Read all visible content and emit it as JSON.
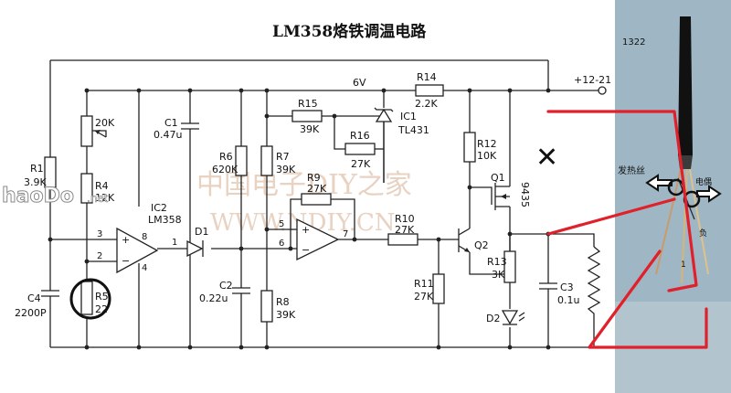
{
  "title": "LM358烙铁调温电路",
  "photo": {
    "number": "1322",
    "heater_label": "发热丝",
    "thermocouple_label": "电偶",
    "negative_label": "负",
    "mark_one": "1"
  },
  "supply": {
    "rail": "6V",
    "input": "+12-21"
  },
  "watermark": {
    "logo": "haoDo",
    "logo_suffix": ".net",
    "cn": "中国电子DIY之家",
    "url": "WWW.NDIY.CN"
  },
  "components": {
    "r1": "R1",
    "r1_val": "3.9K",
    "pot": "20K",
    "r4": "R4",
    "r4_val": "12K",
    "r5": "R5",
    "r5_val": "22",
    "c4": "C4",
    "c4_val": "2200P",
    "c1": "C1",
    "c1_val": "0.47u",
    "ic2": "IC2",
    "ic2_part": "LM358",
    "d1": "D1",
    "r6": "R6",
    "r6_val": "620K",
    "c2": "C2",
    "c2_val": "0.22u",
    "r15": "R15",
    "r15_val": "39K",
    "r16": "R16",
    "r16_val": "27K",
    "r7": "R7",
    "r7_val": "39K",
    "r9": "R9",
    "r9_val": "27K",
    "r8": "R8",
    "r8_val": "39K",
    "r10": "R10",
    "r10_val": "27K",
    "r11": "R11",
    "r11_val": "27K",
    "r14": "R14",
    "r14_val": "2.2K",
    "ic1": "IC1",
    "ic1_part": "TL431",
    "r12": "R12",
    "r12_val": "10K",
    "q1": "Q1",
    "q1_part": "9435",
    "q2": "Q2",
    "r13": "R13",
    "r13_val": "3K",
    "d2": "D2",
    "c3": "C3",
    "c3_val": "0.1u"
  },
  "pins": {
    "p3": "3",
    "p2": "2",
    "p8": "8",
    "p4": "4",
    "p1": "1",
    "p5": "5",
    "p6": "6",
    "p7": "7"
  },
  "marks": {
    "plus": "+",
    "minus": "−",
    "x_mark": "✕"
  },
  "colors": {
    "wire": "#222222",
    "annotation": "#e0202a",
    "photo_bg": "#9fb7c4",
    "watermark": "#e8d2c2"
  }
}
